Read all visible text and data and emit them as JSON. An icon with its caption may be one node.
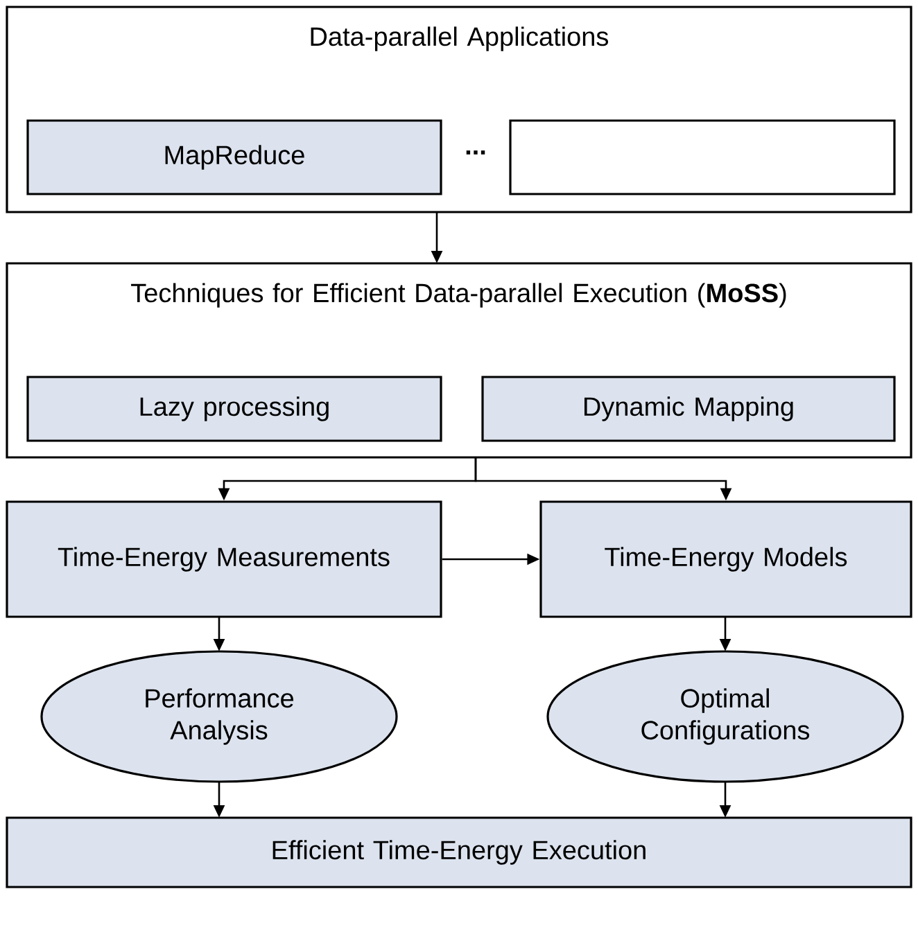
{
  "diagram": {
    "nodes": [
      {
        "text": [
          "Data-parallel Applications"
        ]
      },
      {
        "text": [
          "MapReduce"
        ],
        "in": 0
      },
      {
        "text": [],
        "shape": "box",
        "in": 0
      },
      {
        "text": [
          "Techniques for Efficient Data-parallel Execution (**MoSS**)"
        ]
      },
      {
        "text": [
          "Lazy processing"
        ],
        "in": 3
      },
      {
        "text": [
          "Dynamic Mapping"
        ],
        "in": 3
      },
      {
        "text": [
          "Time-Energy Measurements"
        ]
      },
      {
        "text": [
          "Time-Energy Models"
        ]
      },
      {
        "text": [
          "Performance Analysis"
        ]
      },
      {
        "text": [
          "Optimal Configurations"
        ]
      },
      {
        "text": [
          "Efficient Time-Energy Execution"
        ]
      }
    ],
    "edges": [
      {
        "from": 0,
        "to": 3,
        "arrow": "to"
      },
      {
        "from": 3,
        "to": 6,
        "arrow": "to"
      },
      {
        "from": 3,
        "to": 7,
        "arrow": "to"
      },
      {
        "from": 6,
        "to": 7,
        "arrow": "to"
      },
      {
        "from": 6,
        "to": 8,
        "arrow": "to"
      },
      {
        "from": 7,
        "to": 9,
        "arrow": "to"
      },
      {
        "from": 8,
        "to": 10,
        "arrow": "to"
      },
      {
        "from": 9,
        "to": 10,
        "arrow": "to"
      }
    ],
    "labels": [
      "..."
    ]
  }
}
